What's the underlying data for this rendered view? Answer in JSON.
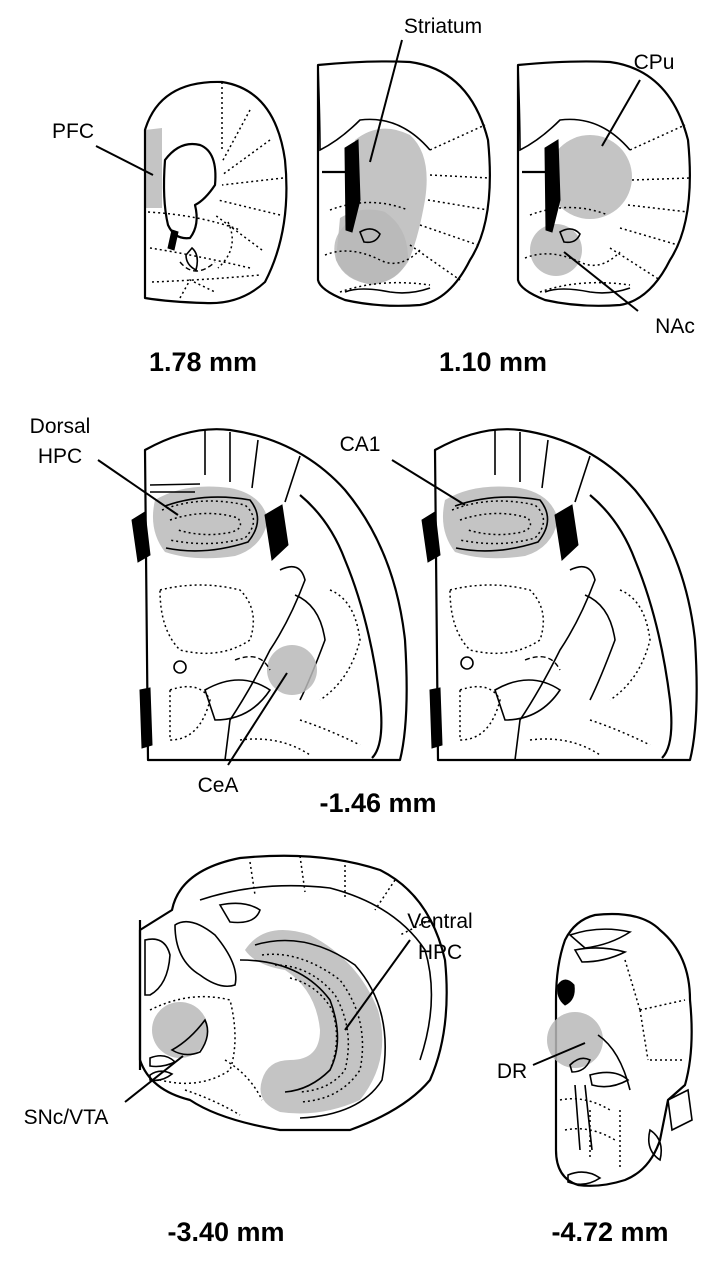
{
  "labels": {
    "pfc": "PFC",
    "striatum": "Striatum",
    "cpu": "CPu",
    "nac": "NAc",
    "dorsal_hpc_line1": "Dorsal",
    "dorsal_hpc_line2": "HPC",
    "ca1": "CA1",
    "cea": "CeA",
    "ventral_hpc_line1": "Ventral",
    "ventral_hpc_line2": "HPC",
    "dr": "DR",
    "snc_vta": "SNc/VTA"
  },
  "coordinates": {
    "section_1": "1.78 mm",
    "section_2": "1.10 mm",
    "section_3": "-1.46 mm",
    "section_4": "-3.40 mm",
    "section_5": "-4.72 mm"
  },
  "colors": {
    "highlight": "#c4c4c4",
    "line": "#000000",
    "background": "#ffffff"
  }
}
